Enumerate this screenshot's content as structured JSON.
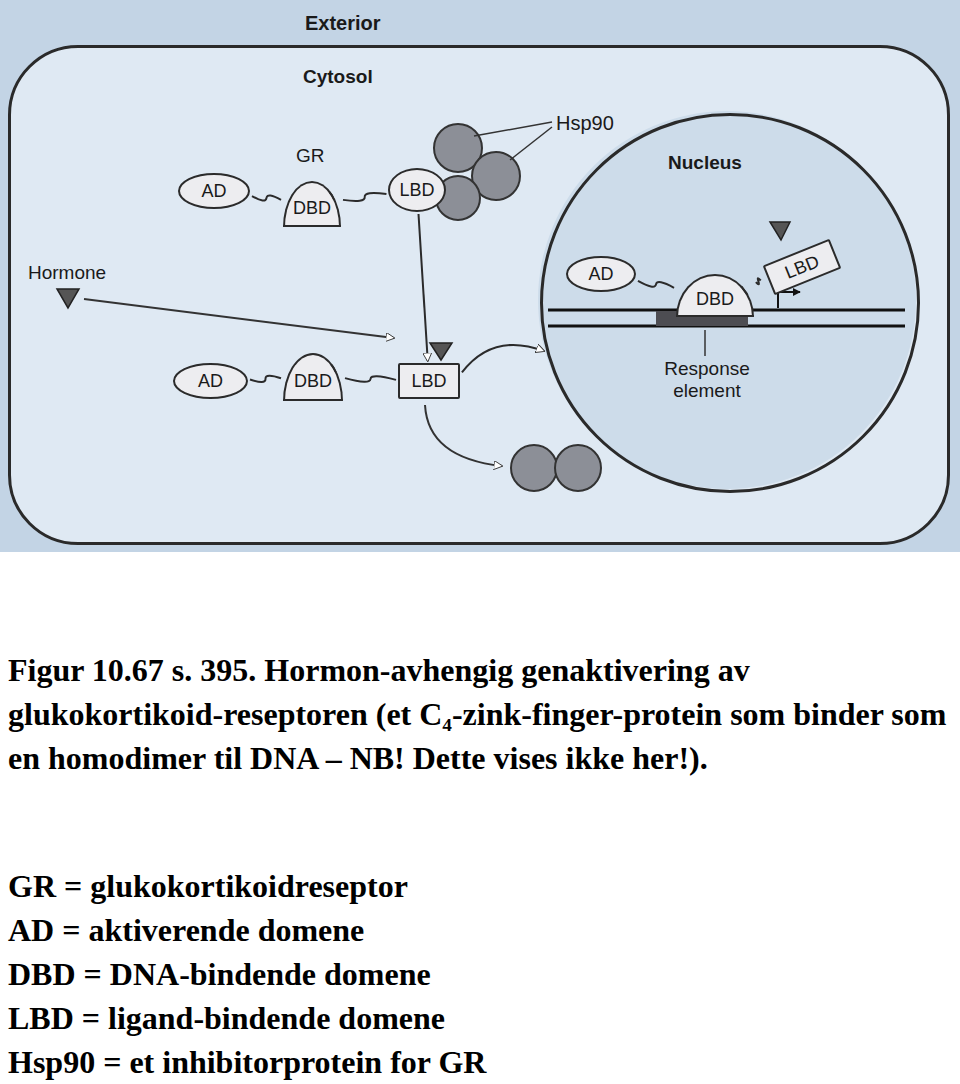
{
  "diagram": {
    "caption": "Figur 10.67 s. 395. Hormon-avhengig genaktivering av glukokortikoid-reseptoren (et C₄-zink-finger-protein som binder som en homodimer til DNA – NB! Dette vises ikke her!).",
    "nodes": [
      {
        "text": [
          "Cytosol"
        ]
      },
      {
        "text": [
          "Nucleus"
        ],
        "in": 0
      },
      {
        "text": [
          "AD"
        ],
        "in": 0
      },
      {
        "text": [
          "DBD"
        ],
        "in": 0
      },
      {
        "text": [
          "LBD"
        ],
        "in": 0
      },
      {
        "text": [
          "AD"
        ],
        "in": 0
      },
      {
        "text": [
          "DBD"
        ],
        "in": 0
      },
      {
        "text": [
          "LBD"
        ],
        "in": 0
      },
      {
        "text": [
          "AD"
        ],
        "in": 1
      },
      {
        "text": [
          "DBD"
        ],
        "in": 1
      },
      {
        "text": [
          "LBD"
        ],
        "in": 1
      }
    ],
    "edges": [
      {
        "from": 2,
        "to": 3,
        "arrow": "none"
      },
      {
        "from": 3,
        "to": 4,
        "arrow": "none"
      },
      {
        "from": 5,
        "to": 6,
        "arrow": "none"
      },
      {
        "from": 6,
        "to": 7,
        "arrow": "none"
      },
      {
        "from": 8,
        "to": 9,
        "arrow": "none"
      },
      {
        "from": 9,
        "to": 10,
        "arrow": "none"
      },
      {
        "from": 4,
        "to": 7,
        "arrow": "to"
      },
      {
        "from": 7,
        "to": 1,
        "arrow": "to"
      }
    ],
    "labels": [
      "Exterior",
      "GR",
      "Hsp90",
      "Hormone",
      "Response element",
      "GR = glukokortikoidreseptor",
      "AD = aktiverende domene",
      "DBD = DNA-bindende domene",
      "LBD = ligand-bindende domene",
      "Hsp90 = et inhibitorprotein for GR"
    ]
  }
}
